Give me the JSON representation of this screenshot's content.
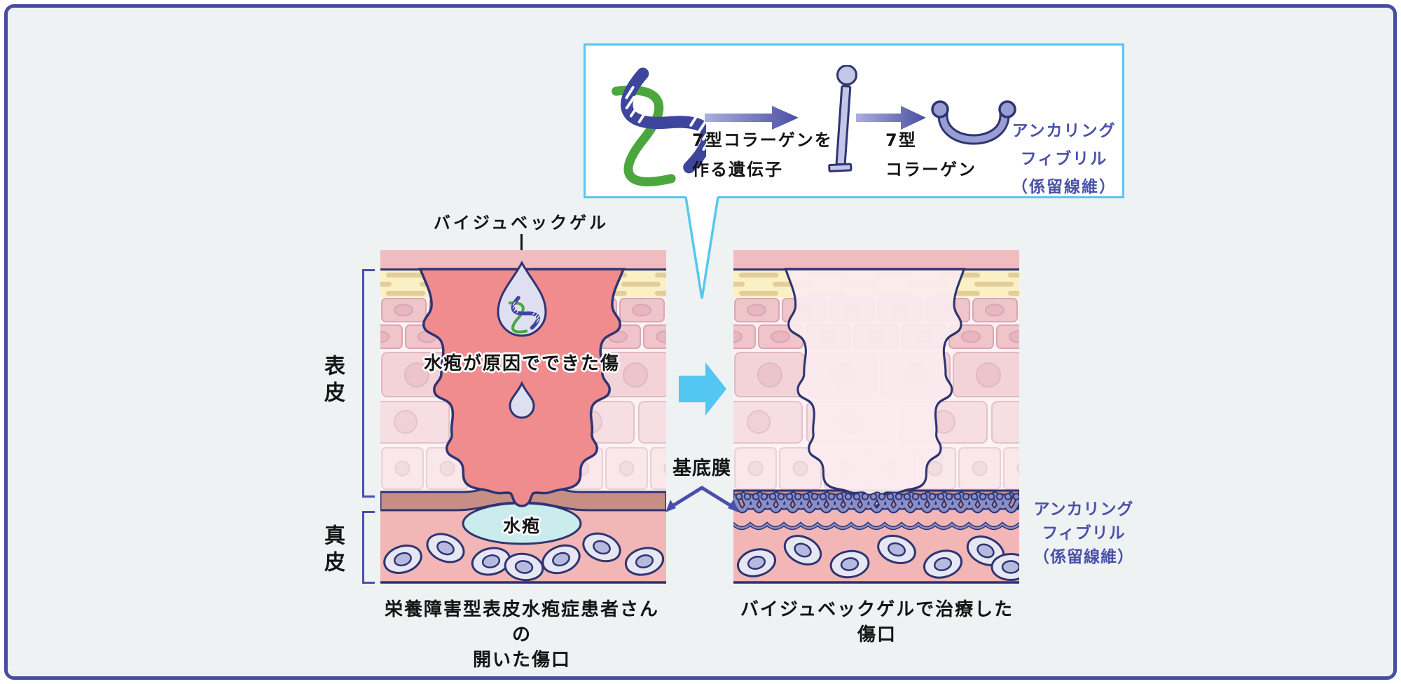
{
  "callout": {
    "gene_label_line1": "7型コラーゲンを",
    "gene_label_line2": "作る遺伝子",
    "collagen_label_line1": "7型",
    "collagen_label_line2": "コラーゲン",
    "fibril_label_line1": "アンカリング",
    "fibril_label_line2": "フィブリル",
    "fibril_label_line3": "（係留線維）"
  },
  "left_panel": {
    "gel_label": "バイジュベックゲル",
    "wound_label": "水疱が原因でできた傷",
    "blister_label": "水疱",
    "caption_line1": "栄養障害型表皮水疱症患者さんの",
    "caption_line2": "開いた傷口"
  },
  "right_panel": {
    "caption": "バイジュベックゲルで治療した傷口",
    "fibril_label_line1": "アンカリング",
    "fibril_label_line2": "フィブリル",
    "fibril_label_line3": "（係留線維）"
  },
  "labels": {
    "epidermis": "表皮",
    "dermis": "真皮",
    "basement_membrane": "基底膜"
  },
  "icons": {
    "dna": "dna-double-helix",
    "collagen7": "collagen-pin",
    "anchoring_fibril": "u-shaped-fibril",
    "process_arrow": "right-arrow-gradient",
    "transform_arrow": "right-block-arrow-cyan",
    "membrane_pointer": "double-headed-v-arrow",
    "gel_droplet": "droplet-with-dna"
  },
  "colors": {
    "frame_border": "#474D9E",
    "background": "#EEF2F3",
    "callout_border": "#57C7F0",
    "navy_outline": "#2E3472",
    "indigo_text": "#4A51A8",
    "cyan_arrow": "#54C6F2",
    "wound_open": "#F08B8E",
    "wound_healed": "#FBEBEF",
    "skin_surface": "#F1BCC0",
    "granular_layer": "#FAF0C4",
    "basement_membrane": "#C78E86",
    "dermis": "#F2B6B6",
    "blister_fluid": "#CBECEC",
    "dna_green": "#4CA63E",
    "dna_navy": "#3D459C",
    "fibril_lavender": "#8A8FC8"
  }
}
